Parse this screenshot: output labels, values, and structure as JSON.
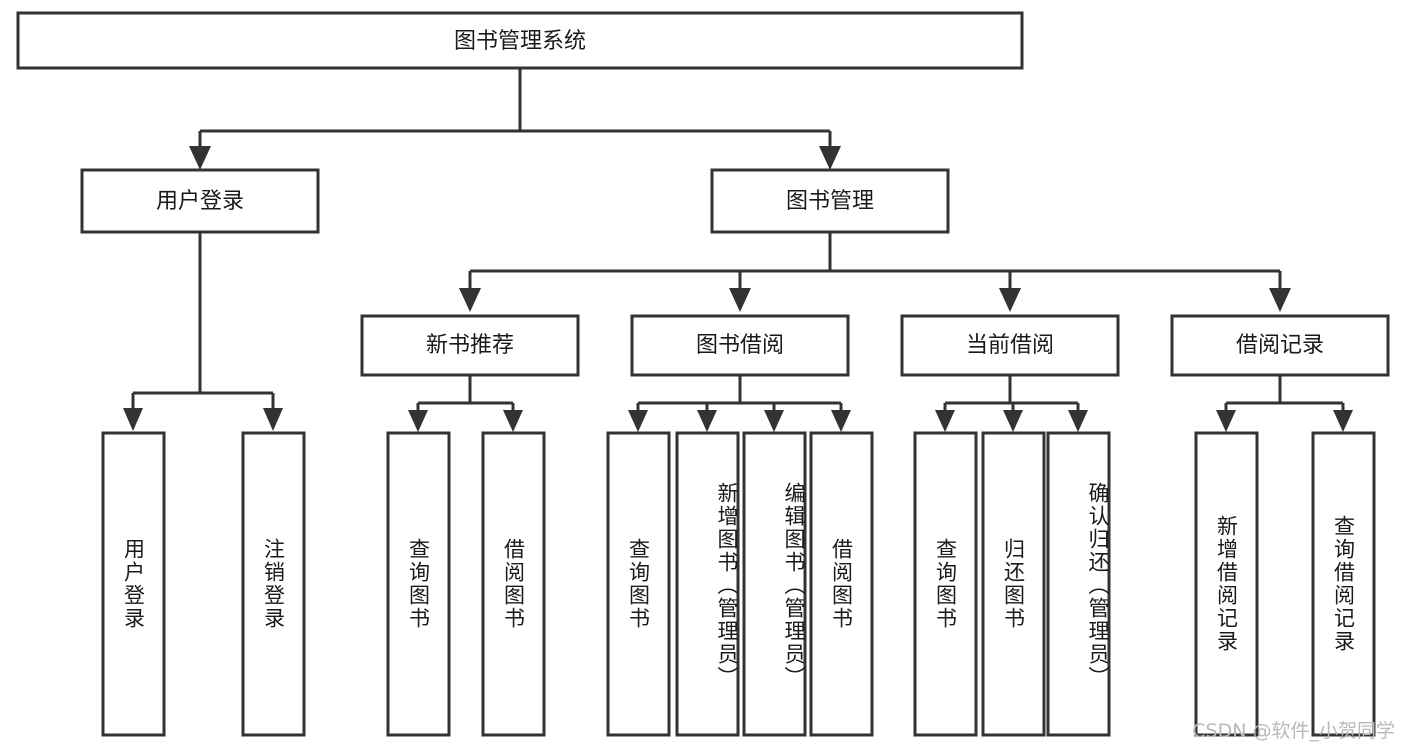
{
  "diagram": {
    "type": "tree-hierarchy-chart",
    "title": "图书管理系统",
    "colors": {
      "background": "#ffffff",
      "box_stroke": "#333333",
      "box_fill": "#ffffff",
      "text": "#1a1a1a",
      "watermark": "#b9b9b9"
    },
    "root": {
      "label": "图书管理系统"
    },
    "level2": [
      {
        "label": "用户登录"
      },
      {
        "label": "图书管理"
      }
    ],
    "level3": [
      {
        "label": "新书推荐"
      },
      {
        "label": "图书借阅"
      },
      {
        "label": "当前借阅"
      },
      {
        "label": "借阅记录"
      }
    ],
    "leaves": {
      "user_login": [
        {
          "label": "用户登录"
        },
        {
          "label": "注销登录"
        }
      ],
      "new_book_recommend": [
        {
          "label": "查询图书"
        },
        {
          "label": "借阅图书"
        }
      ],
      "book_borrow": [
        {
          "label": "查询图书"
        },
        {
          "label": "新增图书（管理员）"
        },
        {
          "label": "编辑图书（管理员）"
        },
        {
          "label": "借阅图书"
        }
      ],
      "current_borrow": [
        {
          "label": "查询图书"
        },
        {
          "label": "归还图书"
        },
        {
          "label": "确认归还（管理员）"
        }
      ],
      "borrow_record": [
        {
          "label": "新增借阅记录"
        },
        {
          "label": "查询借阅记录"
        }
      ]
    },
    "watermark": "CSDN @软件_小贺同学"
  }
}
